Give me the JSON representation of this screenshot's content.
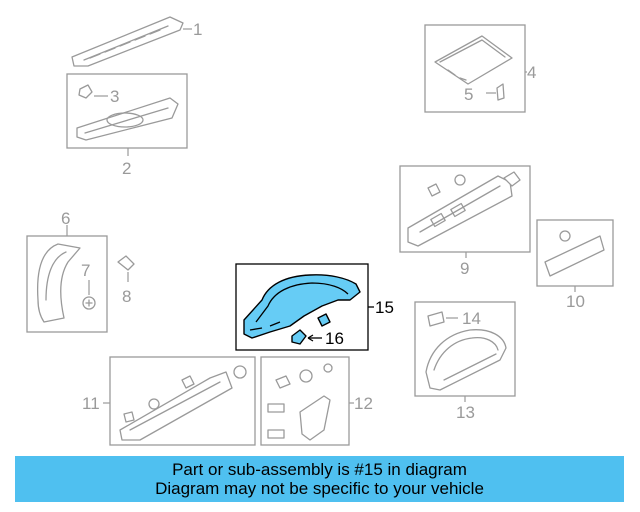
{
  "callouts": {
    "c1": "1",
    "c2": "2",
    "c3": "3",
    "c4": "4",
    "c5": "5",
    "c6": "6",
    "c7": "7",
    "c8": "8",
    "c9": "9",
    "c10": "10",
    "c11": "11",
    "c12": "12",
    "c13": "13",
    "c14": "14",
    "c15": "15",
    "c16": "16"
  },
  "highlight": {
    "part_number": "15",
    "fill_color": "#66ccf5"
  },
  "banner": {
    "line1": "Part or sub-assembly is #15 in diagram",
    "line2": "Diagram may not be specific to your vehicle",
    "color": "#4fc0f0"
  }
}
